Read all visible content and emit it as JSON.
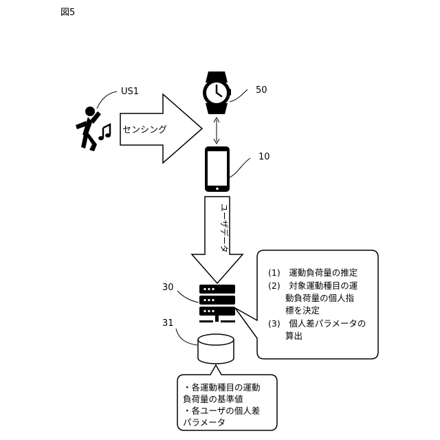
{
  "figure": {
    "title": "図5"
  },
  "labels": {
    "user": "US1",
    "watch": "50",
    "phone": "10",
    "server": "30",
    "database": "31"
  },
  "arrows": {
    "sensing": "センシング",
    "user_data": "ユーザデータ"
  },
  "server_callout": {
    "lines": [
      "(1)　運動負荷量の推定",
      "(2)　対象運動種目の運",
      "　　動負荷量の個人指",
      "　　標を決定",
      "(3)　個人差パラメータの",
      "　　算出"
    ]
  },
  "database_callout": {
    "lines": [
      "・各運動種目の運動",
      "負荷量の基準値",
      "・各ユーザの個人差",
      "パラメータ"
    ]
  },
  "colors": {
    "stroke": "#000000",
    "fill": "#ffffff",
    "icon": "#000000"
  }
}
